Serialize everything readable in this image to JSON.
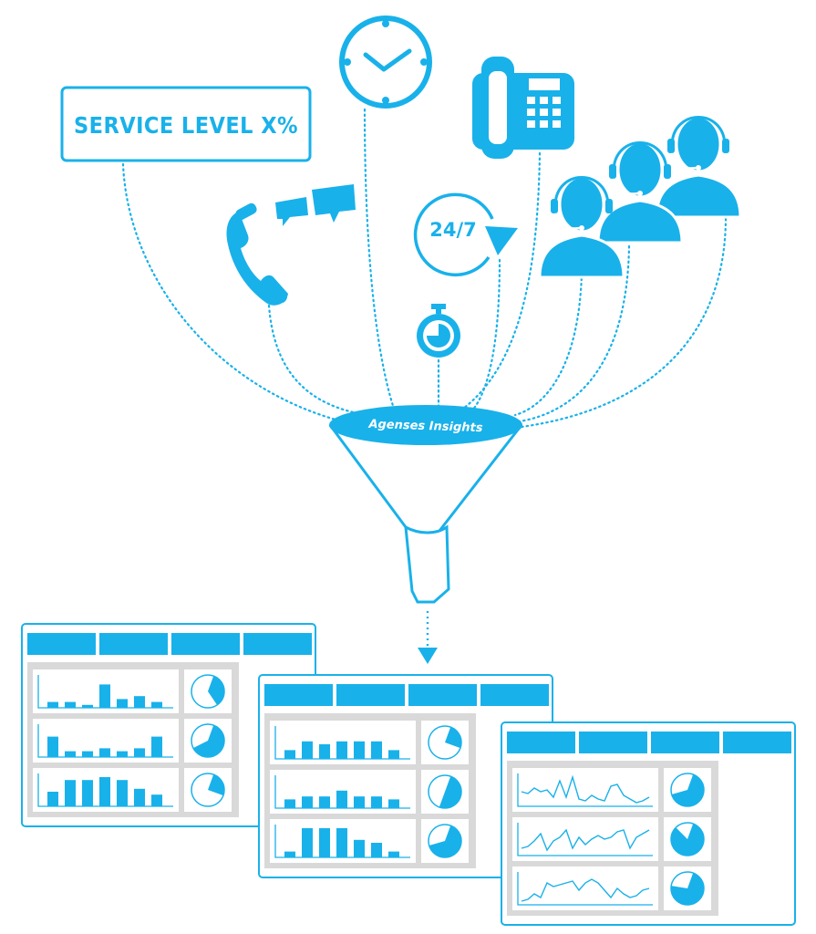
{
  "service_level": {
    "label": "SERVICE LEVEL X%"
  },
  "availability": {
    "label": "24/7"
  },
  "funnel": {
    "label": "Agenses Insights"
  },
  "colors": {
    "accent": "#19b1ea",
    "panel_bg": "#d9d9d9",
    "background": "#ffffff"
  },
  "icons": [
    "clock-icon",
    "desk-phone-icon",
    "handset-icon",
    "chat-bubbles-icon",
    "cycle-24-7-icon",
    "stopwatch-icon",
    "agent-headset-icon",
    "funnel-icon",
    "arrow-down-icon"
  ],
  "dashboards": [
    {
      "bars": [
        [
          2,
          2,
          1,
          8,
          3,
          4,
          2
        ],
        [
          7,
          2,
          2,
          3,
          2,
          3,
          7
        ],
        [
          5,
          9,
          9,
          10,
          9,
          6,
          4
        ]
      ],
      "pies": [
        0.35,
        0.62,
        0.25
      ]
    },
    {
      "bars": [
        [
          3,
          6,
          5,
          6,
          6,
          6,
          3
        ],
        [
          3,
          4,
          4,
          6,
          4,
          4,
          3
        ],
        [
          2,
          10,
          10,
          10,
          6,
          5,
          2
        ]
      ],
      "pies": [
        0.25,
        0.5,
        0.65
      ]
    },
    {
      "lines": [
        [
          8,
          7,
          10,
          8,
          9,
          5,
          14,
          5,
          16,
          4,
          3,
          6,
          4,
          3,
          11,
          12,
          6,
          4,
          2,
          3,
          5
        ],
        [
          4,
          5,
          8,
          12,
          3,
          8,
          10,
          14,
          4,
          10,
          6,
          9,
          11,
          9,
          10,
          13,
          14,
          4,
          10,
          12,
          14
        ],
        [
          2,
          3,
          6,
          4,
          12,
          10,
          11,
          12,
          13,
          8,
          12,
          14,
          12,
          8,
          4,
          9,
          6,
          4,
          5,
          8,
          9
        ]
      ],
      "pies": [
        0.65,
        0.82,
        0.72
      ]
    }
  ]
}
